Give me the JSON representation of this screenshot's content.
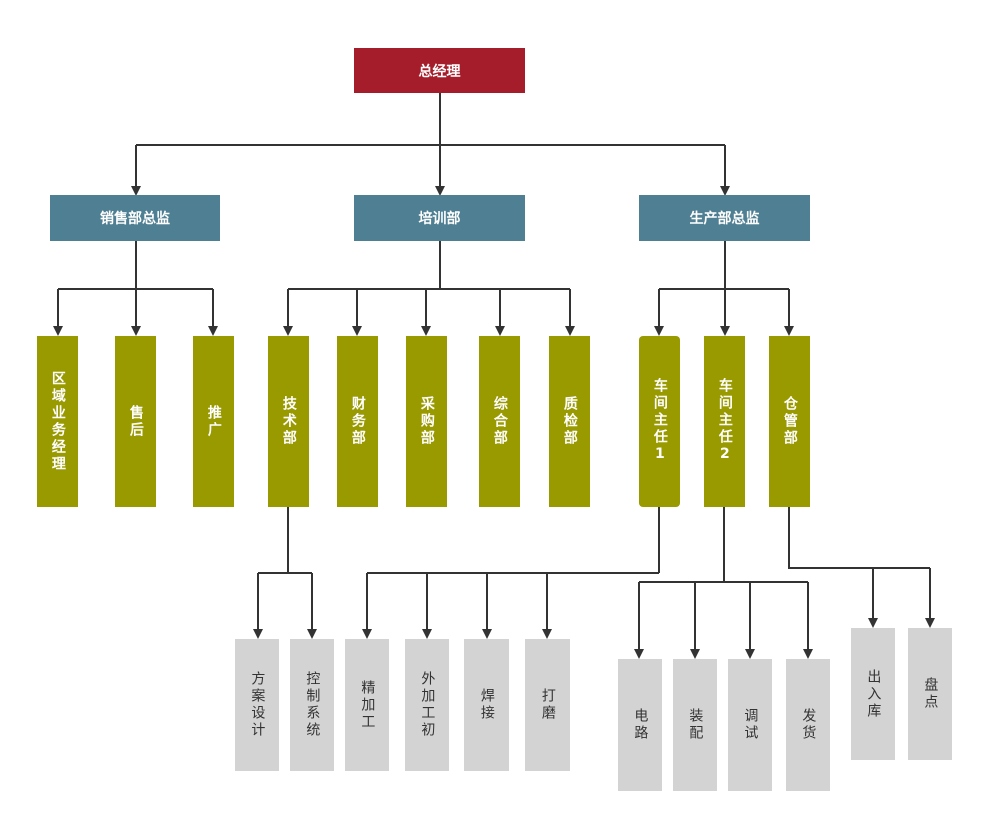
{
  "root": {
    "label": "总经理"
  },
  "managers": {
    "sales": "销售部总监",
    "training": "培训部",
    "production": "生产部总监"
  },
  "departments": {
    "region": "区域业务经理",
    "after_sales": "售后",
    "promotion": "推广",
    "tech": "技术部",
    "finance": "财务部",
    "purchase": "采购部",
    "general": "综合部",
    "quality": "质检部",
    "workshop1": "车间主任1",
    "workshop2": "车间主任2",
    "warehouse": "仓管部"
  },
  "tasks": {
    "scheme_design": "方案设计",
    "control_system": "控制系统",
    "finishing": "精加工",
    "outsourced_rough": "外加工初",
    "welding": "焊接",
    "grinding": "打磨",
    "circuit": "电路",
    "assembly": "装配",
    "debugging": "调试",
    "shipping": "发货",
    "in_out_stock": "出入库",
    "inventory": "盘点"
  },
  "colors": {
    "root": "#a51c2a",
    "manager": "#4e7f93",
    "department": "#999900",
    "task": "#d3d3d3",
    "connector": "#333333"
  }
}
